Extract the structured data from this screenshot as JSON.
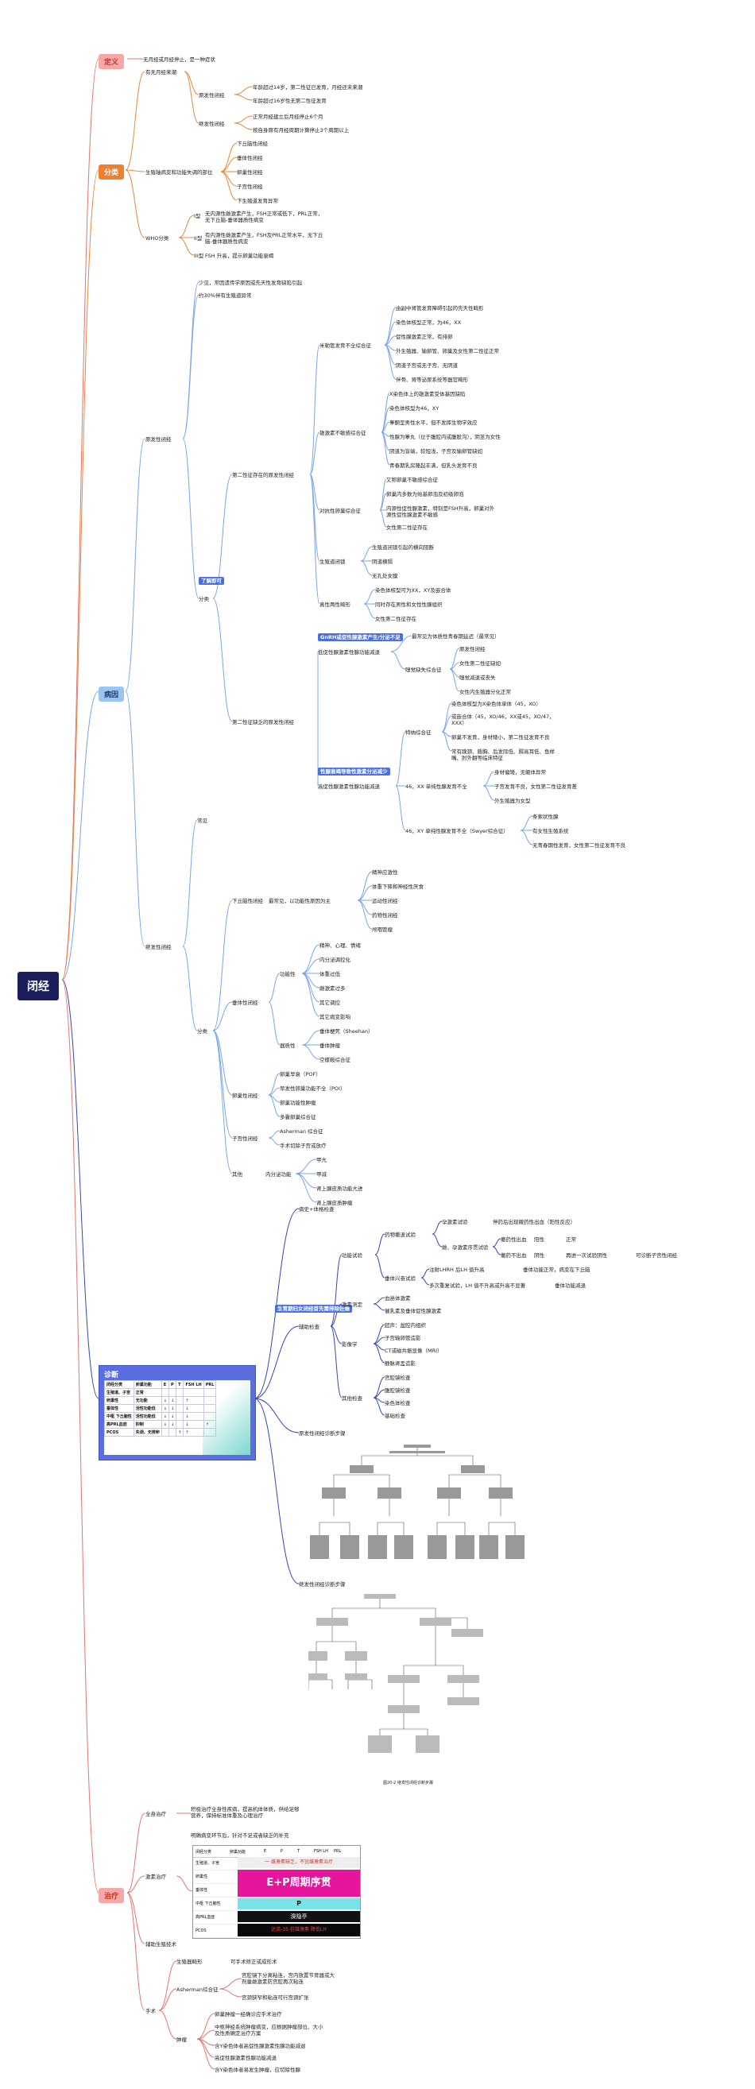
{
  "root": {
    "label": "闭经"
  },
  "definition": {
    "tag": "定义",
    "text": "无月经或月经停止，是一种症状"
  },
  "classification": {
    "tag": "分类",
    "by_history": {
      "label": "有无月经来潮",
      "primary": {
        "label": "原发性闭经",
        "items": [
          "年龄超过14岁，第二性征已发育，月经还未来潮",
          "年龄超过16岁性无第二性征发育"
        ]
      },
      "secondary": {
        "label": "继发性闭经",
        "items": [
          "正常月经建立后月经停止6个月",
          "按自身原有月经周期计算停止3个周期以上"
        ]
      }
    },
    "by_site": {
      "label": "生殖轴病变和功能失调的部位",
      "items": [
        "下丘脑性闭经",
        "垂体性闭经",
        "卵巢性闭经",
        "子宫性闭经",
        "下生殖道发育异常"
      ]
    },
    "who": {
      "label": "WHO分类",
      "items": [
        {
          "label": "I型",
          "text": "无内源性雌激素产生，FSH正常或低下，PRL正常，无下丘脑-垂体器质性病变"
        },
        {
          "label": "II型",
          "text": "有内源性雌激素产生，FSH及PRL正常水平，无下丘脑-垂体器质性病变"
        },
        {
          "label": "III型",
          "text": "FSH 升高，提示卵巢功能衰竭"
        }
      ]
    }
  },
  "etiology": {
    "tag": "病因",
    "primary": {
      "label": "原发性闭经",
      "notes": [
        "少见，常因遗传学原因或先天性发育缺陷引起",
        "约30%伴有生殖道异常"
      ],
      "understand_tag": "了解即可",
      "fenlei": "分类",
      "with_sex": {
        "label": "第二性征存在的原发性闭经",
        "mrkh": {
          "label": "米勒管发育不全综合征",
          "items": [
            "由副中肾管发育障碍引起的先天性畸形",
            "染色体核型正常，为46，XX",
            "促性腺激素正常，有排卵",
            "外生殖器、输卵管、卵巢及女性第二性征正常",
            "阴道子宫或无子宫、无阴道",
            "伴骨、肾等泌尿系统等器官畸形"
          ]
        },
        "ais": {
          "label": "雄激素不敏感综合征",
          "items": [
            "X染色体上的雄激素受体基因缺陷",
            "染色体核型为46，XY",
            "睾酮呈男性水平，但不发挥生物学效应",
            "性腺为睾丸（位于腹腔内或腹股沟），阴茎为女性",
            "阴道为盲端，较短浅，子宫及输卵管缺如",
            "青春期乳房隆起丰满，但乳头发育不良"
          ]
        },
        "ovary_insens": {
          "label": "对抗性卵巢综合征",
          "items": [
            "又称卵巢不敏感综合征",
            "卵巢内多数为始基卵泡及初级卵泡",
            "内源性促性腺激素，特别是FSH升高，卵巢对外源性促性腺激素不敏感",
            "女性第二性征存在"
          ]
        },
        "tract": {
          "label": "生殖道闭锁",
          "items": [
            "生殖道闭锁引起的横向阻断",
            "阴道横隔",
            "无孔处女膜"
          ]
        },
        "true_herm": {
          "label": "真性两性畸形",
          "items": [
            "染色体核型可为XX，XY及嵌合体",
            "同时存在男性和女性性腺组织",
            "女性第二性征存在"
          ]
        }
      },
      "without_sex": {
        "label": "第二性征缺乏的原发性闭经",
        "gnrh_tag": "GnRH或促性腺激素产生/分泌不足",
        "hypo": {
          "label": "低促性腺激素性腺功能减退",
          "items": [
            "最常见为体质性青春期延迟（最常见）"
          ],
          "kallmann": {
            "label": "嗅觉缺失综合征",
            "items": [
              "原发性闭经",
              "女性第二性征缺如",
              "嗅觉减退或丧失",
              "女性内生殖器分化正常"
            ]
          }
        },
        "ovary_tag": "性腺衰竭导致性激素分泌减少",
        "hyper": {
          "label": "高促性腺激素性腺功能减退",
          "turner": {
            "label": "特纳综合征",
            "items": [
              "染色体核型为X染色体单体（45，XO）",
              "或嵌合体（45，XO/46，XX或45，XO/47，XXX）",
              "卵巢不发育，身材矮小，第二性征发育不良",
              "常有蹼颈、盾胸、后发际低、腭高耳低、鱼样嘴、肘外翻等临床特征"
            ]
          },
          "xx_pure": {
            "label": "46，XX 单纯性腺发育不全",
            "items": [
              "身材偏矮，无躯体异常",
              "子宫发育不良，女性第二性征发育差",
              "外生殖器为女型"
            ]
          },
          "xy_pure": {
            "label": "46，XY 单纯性腺发育不全（Swyer综合征）",
            "items": [
              "条索状性腺",
              "有女性生殖系统",
              "无青春期性发育，女性第二性征发育不良"
            ]
          }
        }
      }
    },
    "secondary": {
      "label": "继发性闭经",
      "note": "常见",
      "fenlei": "分类",
      "hypothalamic": {
        "label": "下丘脑性闭经",
        "summary": "最常见，以功能性原因为主",
        "items": [
          "精神应激性",
          "体重下降和神经性厌食",
          "运动性闭经",
          "药物性闭经",
          "颅咽管瘤"
        ]
      },
      "pituitary": {
        "label": "垂体性闭经",
        "functional": {
          "label": "功能性",
          "items": [
            "精神、心理、情绪",
            "内分泌调控化",
            "体重过低",
            "雌激素过多",
            "其它调控",
            "其它病变影响"
          ]
        },
        "organic": {
          "label": "器质性",
          "items": [
            "垂体梗死（Sheehan）",
            "垂体肿瘤",
            "空蝶鞍综合征"
          ]
        }
      },
      "ovarian": {
        "label": "卵巢性闭经",
        "items": [
          "卵巢早衰（POF）",
          "早发性卵巢功能不全（POI）",
          "卵巢功能性肿瘤",
          "多囊卵巢综合征"
        ]
      },
      "uterine": {
        "label": "子宫性闭经",
        "items": [
          "Asherman 综合征",
          "手术切除子宫或放疗"
        ]
      },
      "other": {
        "label": "其他",
        "sub": "内分泌功能",
        "items": [
          "甲亢",
          "甲减",
          "肾上腺皮质功能亢进",
          "肾上腺皮质肿瘤"
        ]
      }
    }
  },
  "diagnosis": {
    "tag": "诊断",
    "table": {
      "headers": [
        "闭经分类",
        "卵巢功能",
        "E",
        "P",
        "T",
        "FSH LH",
        "PRL"
      ],
      "rows": [
        [
          "生殖道、子宫",
          "正常",
          "",
          "",
          "",
          "",
          ""
        ],
        [
          "卵巢性",
          "无功能",
          "↓",
          "↓",
          "",
          "↑",
          ""
        ],
        [
          "垂体性",
          "活性功能低",
          "↓",
          "↓",
          "",
          "↓",
          ""
        ],
        [
          "中枢 下丘脑性",
          "活性功能低",
          "↓",
          "↓",
          "",
          "↓",
          ""
        ],
        [
          "高PRL血症",
          "抑制",
          "↓",
          "↓",
          "",
          "↓",
          "↑"
        ],
        [
          "PCOS",
          "失调、无排卵",
          "",
          "",
          "↑",
          "↑",
          ""
        ]
      ]
    },
    "history": "病史+体格检查",
    "aux_tag": "生育期妇女闭经首先需排除妊娠",
    "aux": {
      "label": "辅助检查",
      "function": {
        "label": "功能试验",
        "drug": {
          "label": "药物撤退试验",
          "progest": {
            "label": "孕激素试验",
            "text": "停药后出现撤药性出血（阳性反应）"
          },
          "ep": {
            "label": "雌、孕激素序贯试验",
            "bleed_label": "撤药性出血",
            "bleed_yes": "阳性",
            "bleed_yes_result": "正常",
            "nobleed_label": "撤药不出血",
            "nobleed": "阴性",
            "repeat": "再进一次试验阴性",
            "uterine": "可诊断子宫性闭经"
          }
        },
        "pituitary": {
          "label": "垂体兴奋试验",
          "items": [
            "注射LHRH 后LH 值升高",
            "多次重复试验，LH 值不升高或升高不显著"
          ],
          "results": [
            "垂体功能正常，病变在下丘脑",
            "垂体功能减退"
          ]
        }
      },
      "hormone": {
        "label": "激素测定",
        "items": [
          "血甾体激素",
          "催乳素及垂体促性腺激素"
        ]
      },
      "imaging": {
        "label": "影像学",
        "items": [
          "超声：盆腔内组织",
          "子宫输卵管造影",
          "CT或磁共振显像（MRI）",
          "静脉肾盂造影"
        ]
      },
      "other": {
        "label": "其他检查",
        "items": [
          "宫腔镜检查",
          "腹腔镜检查",
          "染色体检查",
          "基础检查"
        ]
      }
    },
    "flow1": {
      "title": "原发性闭经诊断步骤"
    },
    "flow2": {
      "title": "继发性闭经诊断步骤"
    },
    "flow_caption": "图20-2 继发性闭经诊断步骤"
  },
  "treatment": {
    "tag": "治疗",
    "general": {
      "label": "全身治疗",
      "text": "积极治疗全身性疾病，提高机体体质，供给足够营养，保持标准体重及心理治疗"
    },
    "hormone": {
      "label": "激素治疗",
      "note": "明确病变环节后，针对不足或者缺乏的补充",
      "table_headers": [
        "闭经分类",
        "卵巢功能",
        "E",
        "P",
        "T",
        "FSH LH",
        "PRL"
      ],
      "rows_left": [
        "生殖道、子宫",
        "卵巢性",
        "垂体性",
        "中枢 下丘脑性",
        "高PRL血症",
        "PCOS"
      ],
      "banner1": "一 雌激素缺乏，不宜雌激素治疗",
      "banner2": "E+P周期序贯",
      "banner3": "P",
      "banner4": "溴隐亭",
      "banner5": "达英-35 抗雄激素 降低LH"
    },
    "ivf": {
      "label": "辅助生殖技术"
    },
    "surgery": {
      "label": "手术",
      "tract": {
        "label": "生殖器畸形",
        "text": "可手术矫正或成形术"
      },
      "asherman": {
        "label": "Asherman综合征",
        "items": [
          "宫腔镜下分离粘连，宫内放置节育器或大剂量雌激素防宫腔再次粘连",
          "宫颈狭窄和粘连可行宫颈扩张"
        ]
      },
      "tumor": {
        "label": "肿瘤",
        "items": [
          "卵巢肿瘤一经确诊应手术治疗",
          "中枢神经系统肿瘤病变，应根据肿瘤部位、大小及性质确定治疗方案",
          "含Y染色体者高促性腺激素性腺功能减退",
          "高促性腺激素性腺功能减退",
          "含Y染色体者易发生肿瘤，应切除性腺"
        ]
      }
    }
  }
}
